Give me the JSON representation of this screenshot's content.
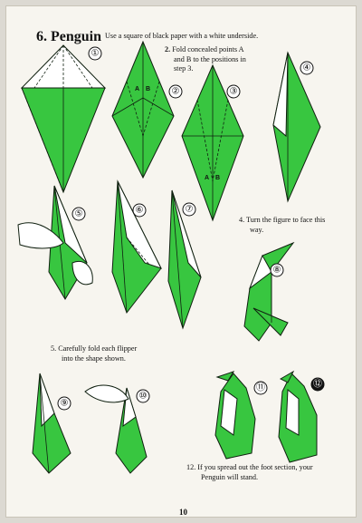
{
  "title": {
    "number": "6.",
    "name": "Penguin"
  },
  "intro": "Use a square of black paper with a white underside.",
  "instructions": {
    "s2": {
      "num": "2.",
      "line1": "Fold concealed points A",
      "line2": "and B to the positions in",
      "line3": "step 3."
    },
    "s4": {
      "num": "4.",
      "line1": "Turn the figure to face this",
      "line2": "way."
    },
    "s5": {
      "num": "5.",
      "line1": "Carefully fold each flipper",
      "line2": "into the shape shown."
    },
    "s12": {
      "num": "12.",
      "line1": "If you spread out the foot section, your",
      "line2": "Penguin will stand."
    }
  },
  "step_labels": [
    "①",
    "②",
    "③",
    "④",
    "⑤",
    "⑥",
    "⑦",
    "⑧",
    "⑨",
    "⑩",
    "⑪",
    "⑫"
  ],
  "point_labels": {
    "a": "A",
    "b": "B"
  },
  "page_number": "10",
  "colors": {
    "paper_green": "#38c640",
    "underside": "#ffffff",
    "ink": "#102010"
  }
}
